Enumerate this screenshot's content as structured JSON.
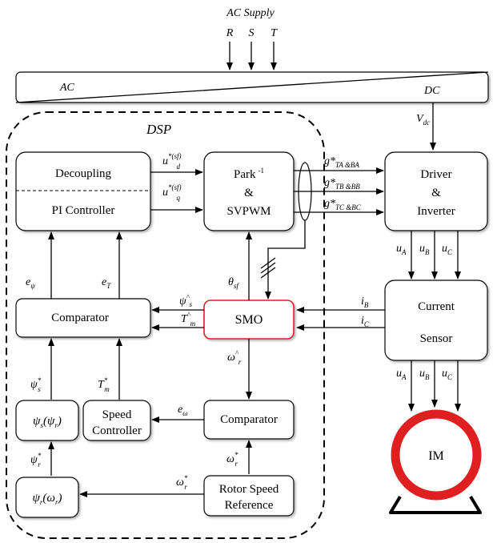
{
  "diagram": {
    "supply": {
      "title": "AC Supply",
      "phases": [
        "R",
        "S",
        "T"
      ]
    },
    "converter": {
      "left_label": "AC",
      "right_label": "DC",
      "output": "V",
      "output_sub": "dc"
    },
    "dsp_label": "DSP",
    "blocks": {
      "decoupling": "Decoupling",
      "pi_controller": "PI Controller",
      "park": {
        "line1": "Park",
        "line1_sup": "-1",
        "line2": "&",
        "line3": "SVPWM"
      },
      "driver": {
        "line1": "Driver",
        "line2": "&",
        "line3": "Inverter"
      },
      "comparator_left": "Comparator",
      "smo": "SMO",
      "current_sensor": {
        "line1": "Current",
        "line2": "Sensor"
      },
      "psi_s_block": {
        "main": "ψ",
        "sub": "s",
        "rest": "(ψ",
        "sub2": "r",
        "close": ")"
      },
      "speed_controller": {
        "line1": "Speed",
        "line2": "Controller"
      },
      "comparator_right": "Comparator",
      "psi_r_block": {
        "main": "ψ",
        "sub": "r",
        "rest": "(ω",
        "sub2": "r",
        "close": ")"
      },
      "rotor_speed_ref": {
        "line1": "Rotor Speed",
        "line2": "Reference"
      },
      "motor": "IM"
    },
    "signals": {
      "u_d": {
        "base": "u",
        "sup": "*(sf)",
        "sub": "d"
      },
      "u_q": {
        "base": "u",
        "sup": "*(sf)",
        "sub": "q"
      },
      "g_a": {
        "base": "g*",
        "sub": "TA &BA"
      },
      "g_b": {
        "base": "g*",
        "sub": "TB &BB"
      },
      "g_c": {
        "base": "g*",
        "sub": "TC &BC"
      },
      "u_a": {
        "base": "u",
        "sub": "A"
      },
      "u_b": {
        "base": "u",
        "sub": "B"
      },
      "u_c": {
        "base": "u",
        "sub": "C"
      },
      "e_psi": {
        "base": "e",
        "sub": "ψ"
      },
      "e_t": {
        "base": "e",
        "sub": "T"
      },
      "theta": {
        "base": "θ",
        "sub": "sf"
      },
      "psi_hat": {
        "base": "ψ",
        "sup": "^",
        "sub": "s"
      },
      "t_hat": {
        "base": "T",
        "sup": "^",
        "sub": "m"
      },
      "i_b": {
        "base": "i",
        "sub": "B"
      },
      "i_c": {
        "base": "i",
        "sub": "C"
      },
      "omega_hat": {
        "base": "ω",
        "sup": "^",
        "sub": "r"
      },
      "psi_s_star": {
        "base": "ψ",
        "sup": "*",
        "sub": "s"
      },
      "t_star": {
        "base": "T",
        "sup": "*",
        "sub": "m"
      },
      "e_omega": {
        "base": "e",
        "sub": "ω"
      },
      "psi_r_star": {
        "base": "ψ",
        "sup": "*",
        "sub": "r"
      },
      "omega_star_right": {
        "base": "ω",
        "sup": "*",
        "sub": "r"
      },
      "omega_star_bottom": {
        "base": "ω",
        "sup": "*",
        "sub": "r"
      },
      "u_a2": {
        "base": "u",
        "sub": "A"
      },
      "u_b2": {
        "base": "u",
        "sub": "B"
      },
      "u_c2": {
        "base": "u",
        "sub": "C"
      }
    }
  },
  "colors": {
    "smo_border": "#d42020",
    "motor_ring": "#e02020",
    "line": "#000000"
  }
}
